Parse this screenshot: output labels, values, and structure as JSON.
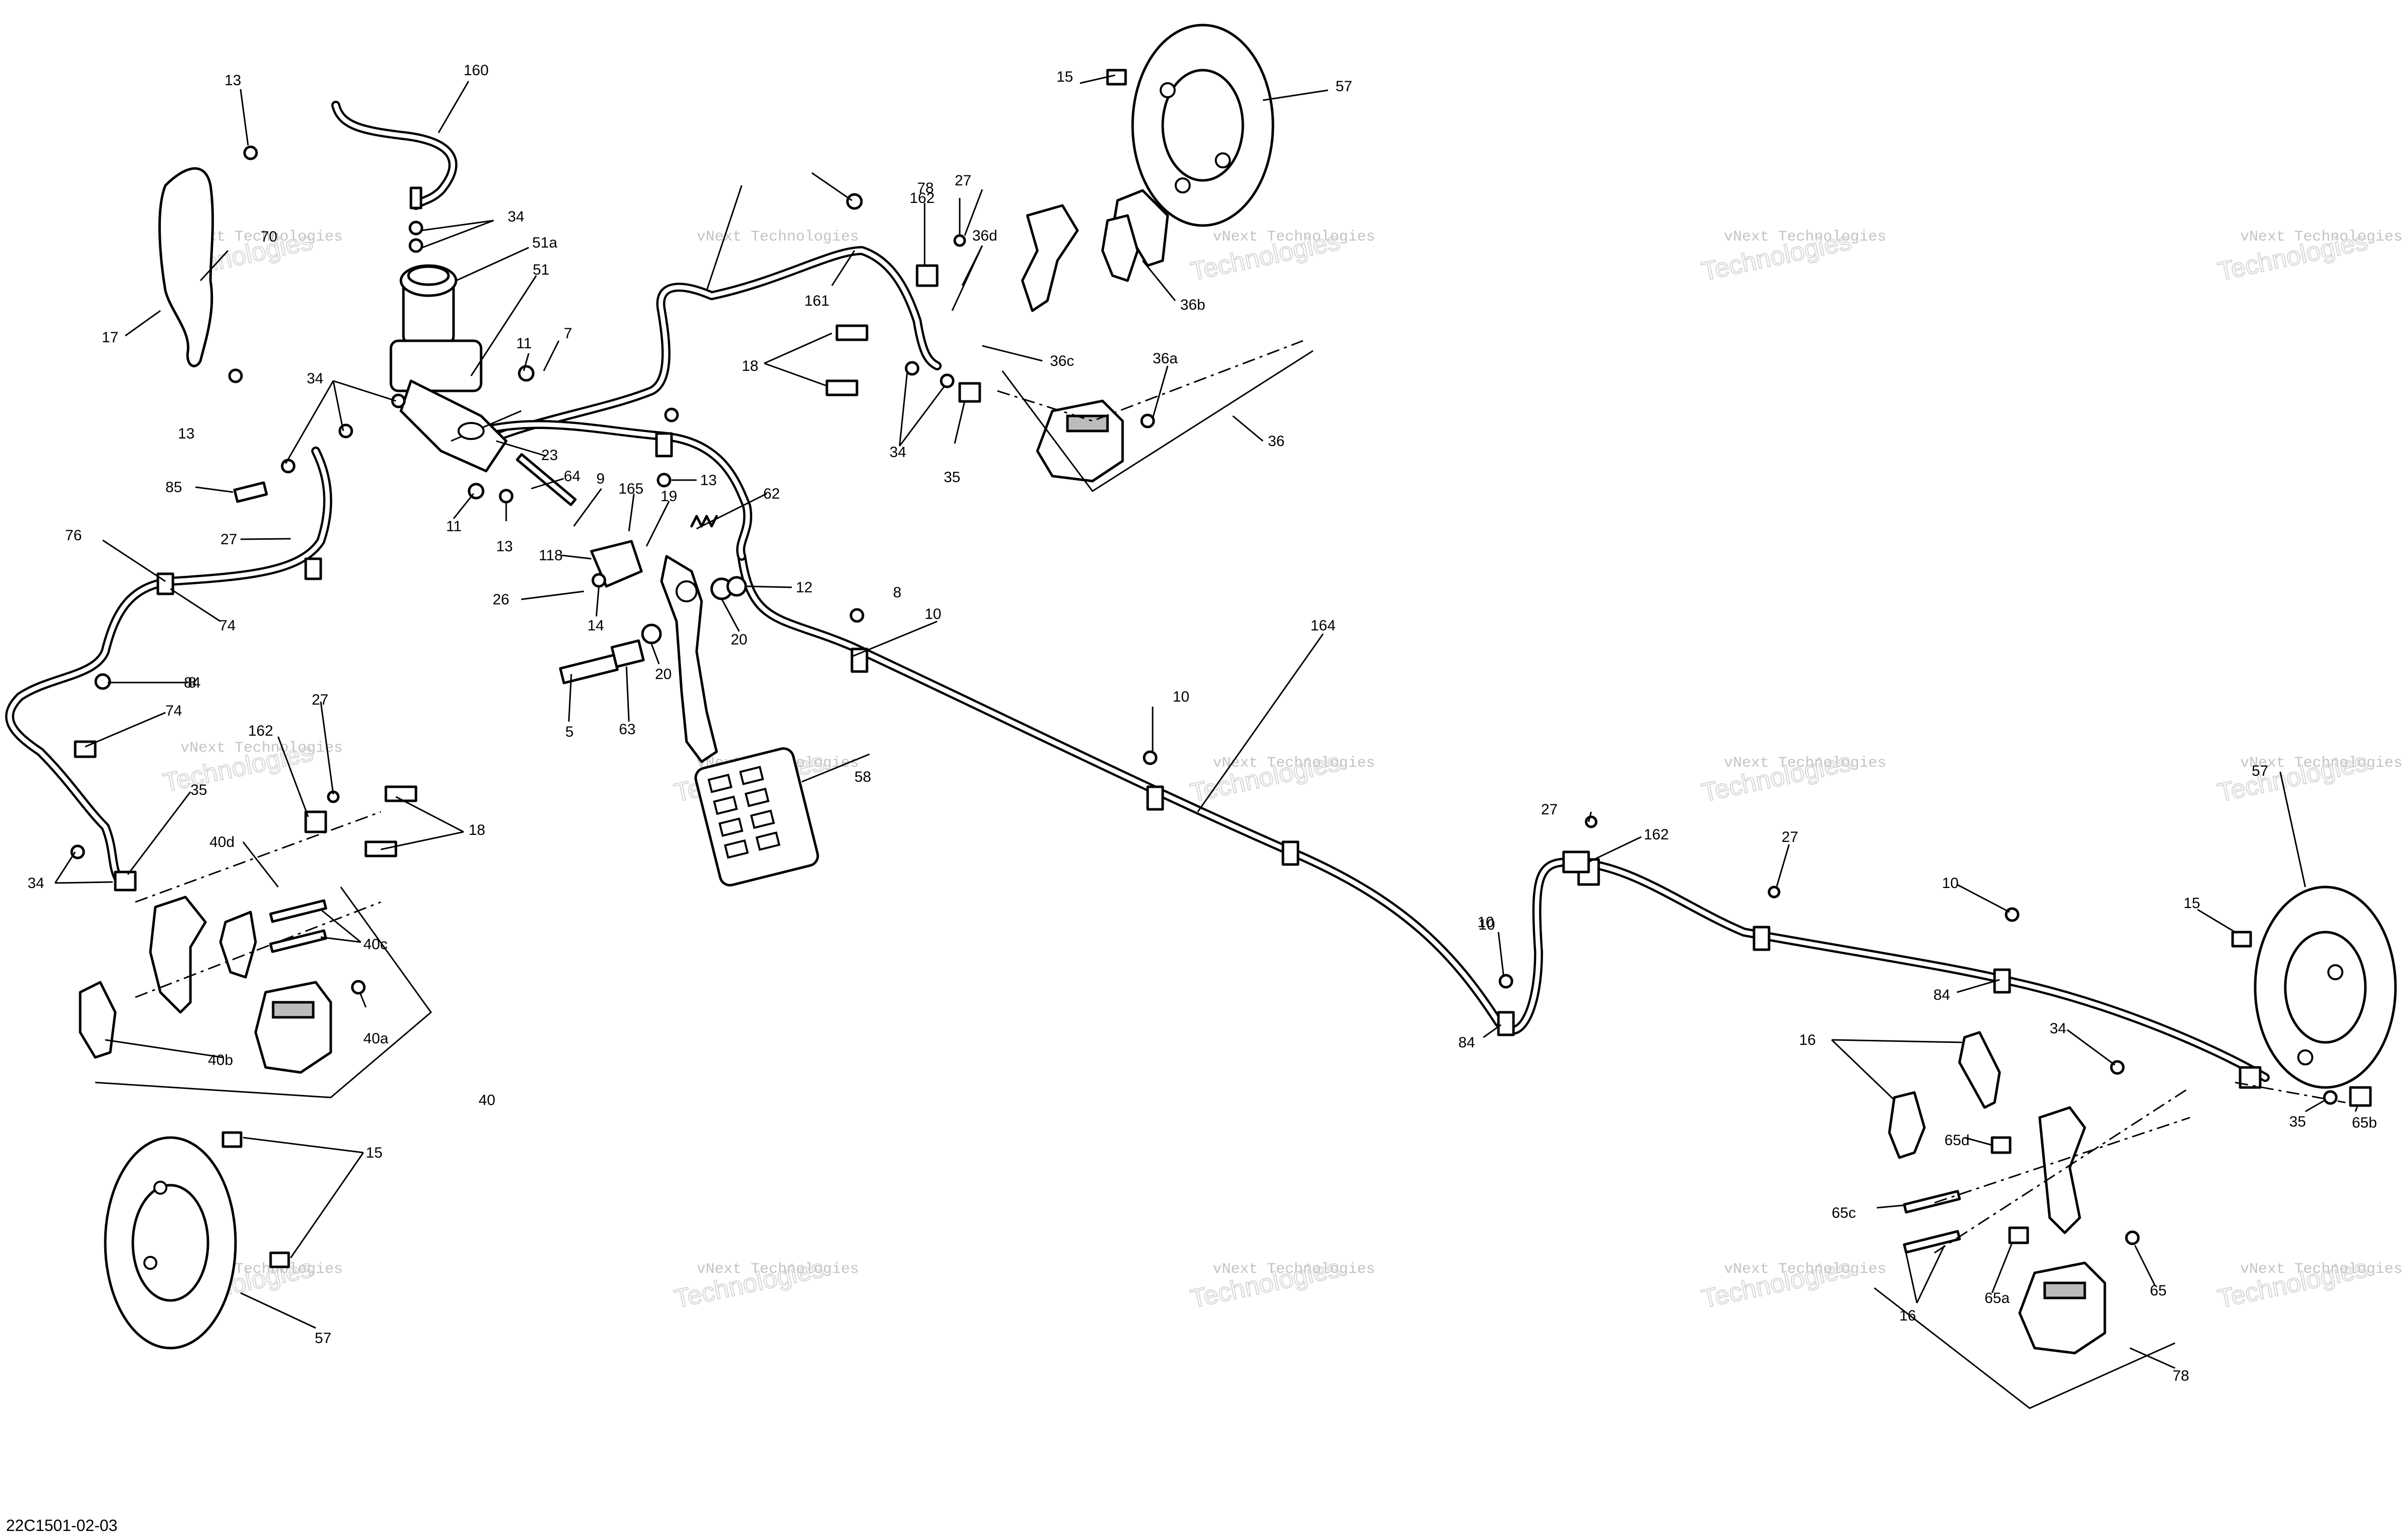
{
  "diagram": {
    "reference_code": "22C1501-02-03",
    "watermark_text": "vNext Technologies",
    "watermark_big_text": "Technologies",
    "callouts": [
      "160",
      "13",
      "34",
      "51a",
      "70",
      "17",
      "51",
      "11",
      "7",
      "13",
      "34",
      "23",
      "85",
      "64",
      "9",
      "165",
      "19",
      "13",
      "27",
      "76",
      "11",
      "13",
      "118",
      "62",
      "74",
      "26",
      "14",
      "12",
      "20",
      "20",
      "5",
      "63",
      "8",
      "10",
      "84",
      "74",
      "35",
      "162",
      "27",
      "18",
      "34",
      "40d",
      "40c",
      "40b",
      "40a",
      "40",
      "15",
      "57",
      "58",
      "164",
      "10",
      "10",
      "8",
      "162",
      "78",
      "27",
      "36d",
      "36c",
      "36b",
      "36a",
      "36",
      "35",
      "34",
      "18",
      "15",
      "57",
      "27",
      "162",
      "27",
      "10",
      "10",
      "84",
      "84",
      "15",
      "57",
      "34",
      "35",
      "65b",
      "16",
      "65d",
      "65c",
      "16",
      "65a",
      "65",
      "78",
      "161"
    ]
  }
}
